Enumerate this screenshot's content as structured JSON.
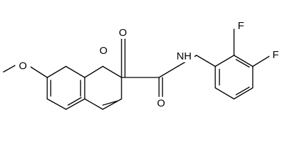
{
  "molecule": {
    "atoms": {
      "methoxy_oxygen": "O",
      "ring_oxygen": "O",
      "carbonyl_oxygen_lactone": "O",
      "amide_nitrogen": "NH",
      "carbonyl_oxygen_amide": "O",
      "fluorine_meta": "F",
      "fluorine_para": "F"
    }
  },
  "colors": {
    "bond": "#000000",
    "background": "#ffffff"
  }
}
